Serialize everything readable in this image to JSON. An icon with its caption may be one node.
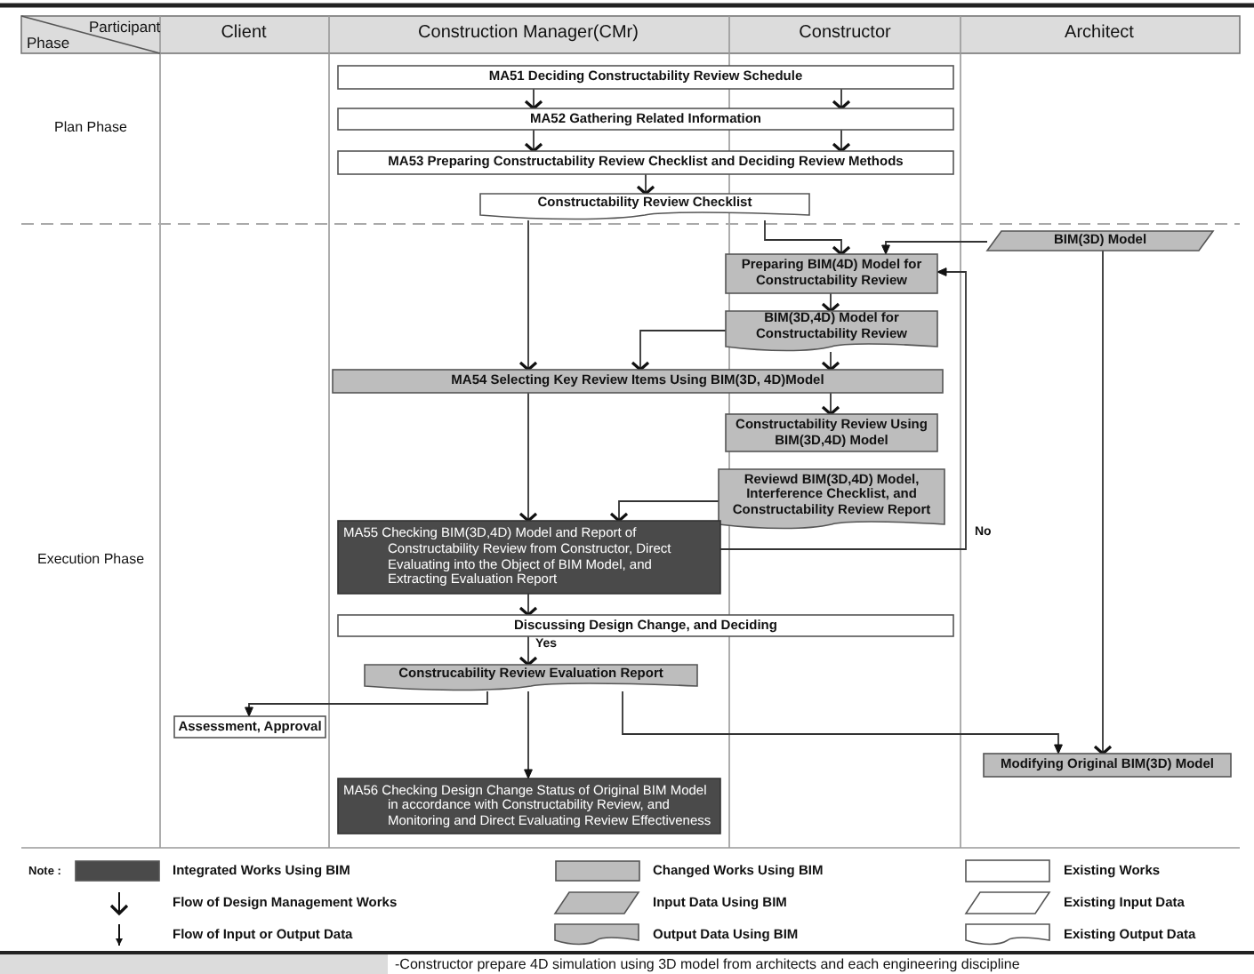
{
  "diagram": {
    "nodes": [
      {
        "text": [
          "MA51 Deciding Constructability Review Schedule"
        ]
      },
      {
        "text": [
          "MA52 Gathering Related Information"
        ]
      },
      {
        "text": [
          "MA53 Preparing Constructability Review Checklist and Deciding Review Methods"
        ]
      },
      {
        "text": [
          "Constructability Review Checklist"
        ]
      },
      {
        "text": [
          "BIM(3D) Model"
        ]
      },
      {
        "text": [
          "Preparing BIM(4D) Model for Constructability Review"
        ]
      },
      {
        "text": [
          "BIM(3D,4D) Model for Constructability Review"
        ]
      },
      {
        "text": [
          "MA54 Selecting Key Review Items Using BIM(3D, 4D)Model"
        ]
      },
      {
        "text": [
          "Constructability Review Using BIM(3D,4D) Model"
        ]
      },
      {
        "text": [
          "Reviewd BIM(3D,4D) Model, Interference Checklist, and Constructability Review Report"
        ]
      },
      {
        "text": [
          "MA55 Checking BIM(3D,4D) Model and Report of Constructability Review from Constructor, Direct Evaluating into the Object of BIM Model, and Extracting Evaluation Report"
        ]
      },
      {
        "text": [
          "Discussing Design Change, and Deciding"
        ]
      },
      {
        "text": [
          "Construcability Review Evaluation Report"
        ]
      },
      {
        "text": [
          "Assessment, Approval"
        ]
      },
      {
        "text": [
          "Modifying Original BIM(3D) Model"
        ]
      },
      {
        "text": [
          "MA56 Checking Design Change Status of Original BIM Model in accordance with Constructability Review, and Monitoring and Direct Evaluating Review Effectiveness"
        ]
      }
    ],
    "edges": [
      {
        "from": 0,
        "to": 1,
        "arrow": "to"
      },
      {
        "from": 0,
        "to": 1,
        "arrow": "to"
      },
      {
        "from": 1,
        "to": 2,
        "arrow": "to"
      },
      {
        "from": 1,
        "to": 2,
        "arrow": "to"
      },
      {
        "from": 2,
        "to": 3,
        "arrow": "to"
      },
      {
        "from": 3,
        "to": 7,
        "arrow": "to"
      },
      {
        "from": 3,
        "to": 5,
        "arrow": "to"
      },
      {
        "from": 4,
        "to": 5,
        "arrow": "to"
      },
      {
        "from": 5,
        "to": 6,
        "arrow": "to"
      },
      {
        "from": 6,
        "to": 7,
        "arrow": "to"
      },
      {
        "from": 6,
        "to": 7,
        "arrow": "to"
      },
      {
        "from": 7,
        "to": 8,
        "arrow": "to"
      },
      {
        "from": 9,
        "to": 10,
        "arrow": "to"
      },
      {
        "from": 7,
        "to": 10,
        "arrow": "to"
      },
      {
        "from": 10,
        "to": 5,
        "arrow": "to",
        "label": "No"
      },
      {
        "from": 10,
        "to": 11,
        "arrow": "to"
      },
      {
        "from": 11,
        "to": 12,
        "arrow": "to",
        "label": "Yes"
      },
      {
        "from": 12,
        "to": 13,
        "arrow": "to"
      },
      {
        "from": 12,
        "to": 15,
        "arrow": "to"
      },
      {
        "from": 12,
        "to": 14,
        "arrow": "to"
      },
      {
        "from": 4,
        "to": 14,
        "arrow": "to"
      }
    ],
    "labels": [
      "Participant",
      "Phase",
      "Client",
      "Construction Manager(CMr)",
      "Constructor",
      "Architect",
      "Plan Phase",
      "Execution Phase",
      "Note :",
      "-Constructor prepare 4D simulation using 3D model from architects and each engineering discipline"
    ],
    "legend": [
      {
        "text": "Integrated Works Using BIM",
        "color": "#4a4a4a"
      },
      {
        "text": "Changed Works Using BIM",
        "color": "#bdbdbd"
      },
      {
        "text": "Existing Works"
      },
      {
        "text": "Flow of Design Management Works"
      },
      {
        "text": "Input Data Using BIM"
      },
      {
        "text": "Existing Input Data"
      },
      {
        "text": "Flow of Input or Output Data"
      },
      {
        "text": "Output Data Using BIM"
      },
      {
        "text": "Existing Output Data"
      }
    ]
  }
}
